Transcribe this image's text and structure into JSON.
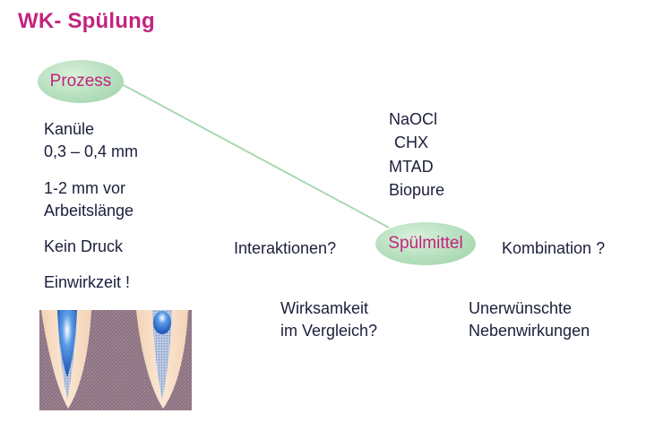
{
  "title": "WK- Spülung",
  "colors": {
    "title": "#c3237f",
    "bubble_fill": "#b5dfbd",
    "connector": "#a9d8b0",
    "text": "#1b1f3a"
  },
  "prozess": {
    "label": "Prozess",
    "kanuele": [
      "Kanüle",
      "0,3 – 0,4 mm"
    ],
    "position": [
      "1-2 mm vor",
      "Arbeitslänge"
    ],
    "druck": "Kein Druck",
    "einwirkzeit": "Einwirkzeit !"
  },
  "spuelmittel": {
    "label": "Spülmittel",
    "agents": [
      "NaOCl",
      "CHX",
      "MTAD",
      "Biopure"
    ],
    "interaktionen": "Interaktionen?",
    "kombination": "Kombination ?",
    "wirksamkeit": [
      "Wirksamkeit",
      "im Vergleich?"
    ],
    "nebenwirkungen": [
      "Unerwünschte",
      "Nebenwirkungen"
    ]
  },
  "illustration": "root-canal-irrigation-illustration"
}
